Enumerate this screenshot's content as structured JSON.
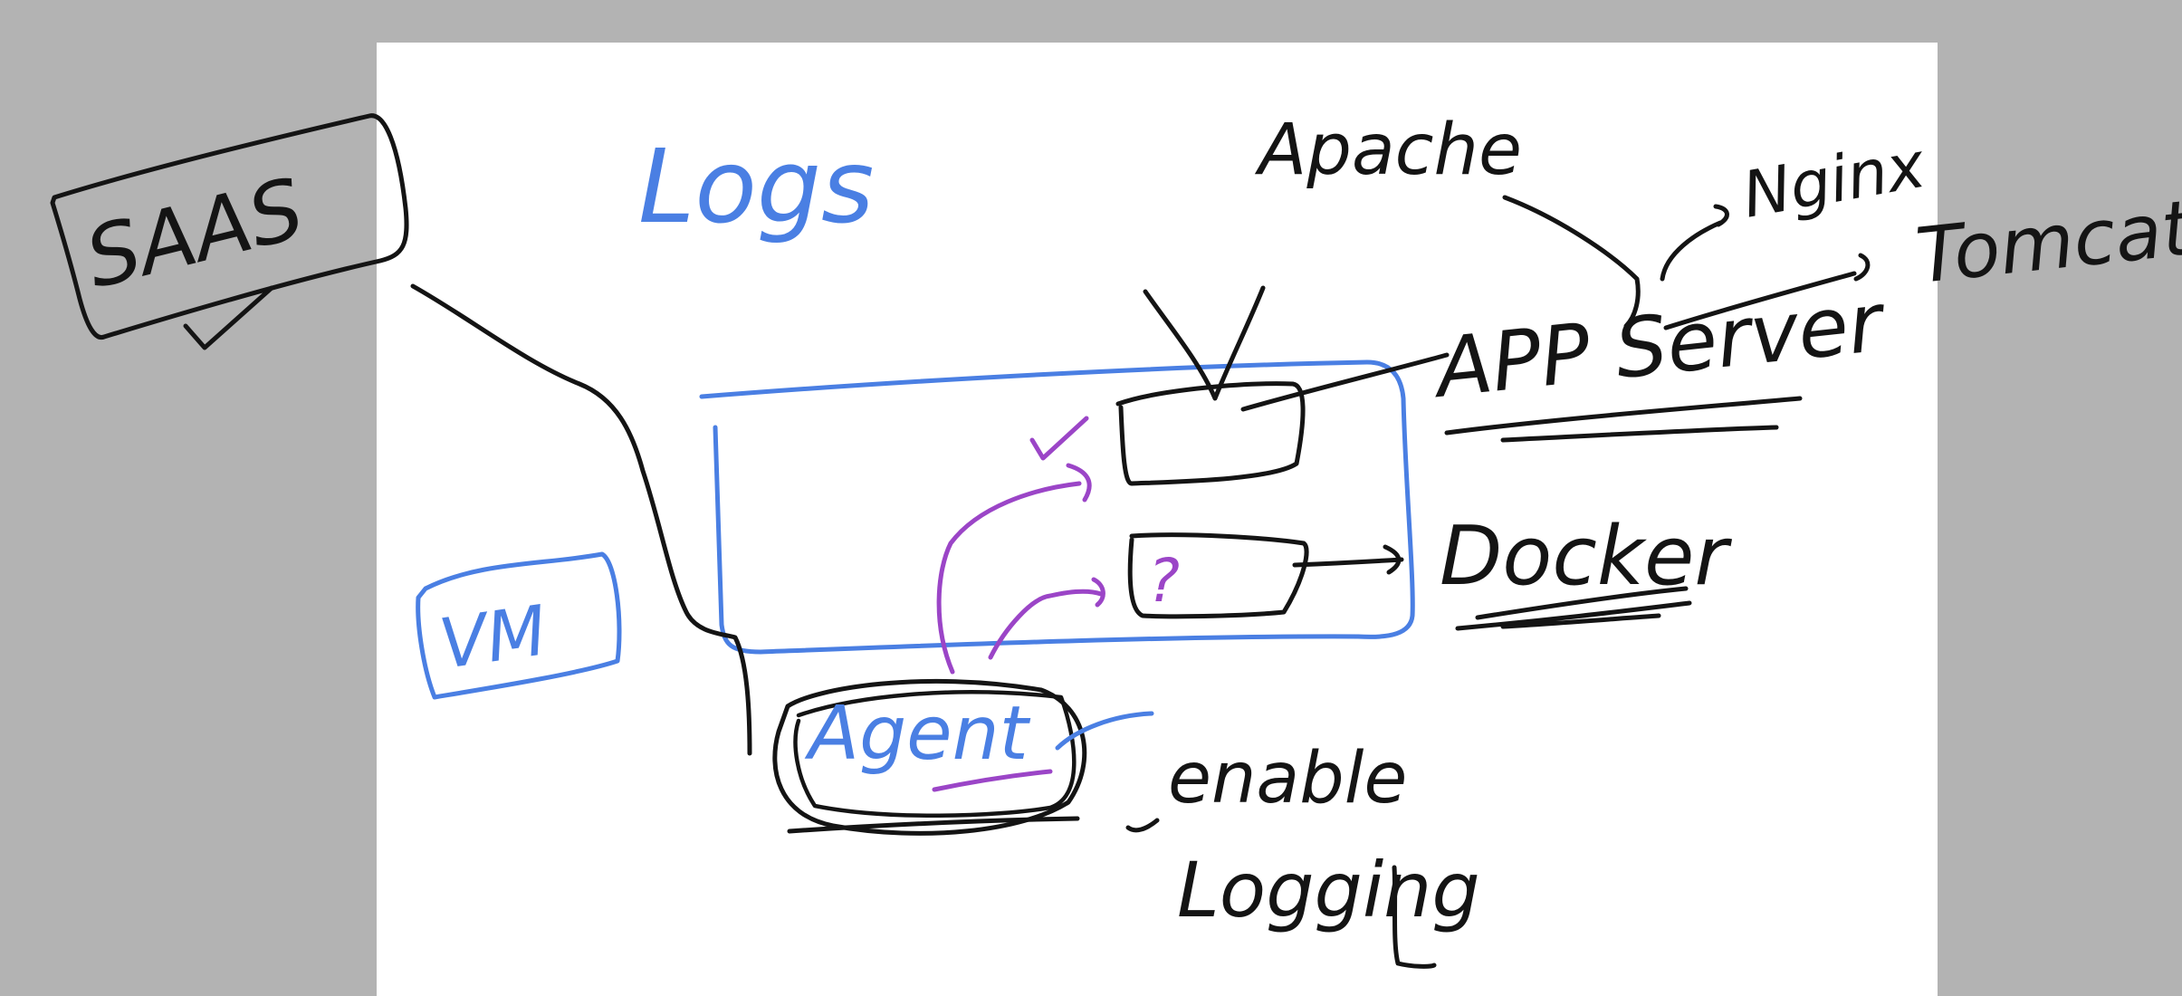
{
  "labels": {
    "saas": "SAAS",
    "logs": "Logs",
    "apache": "Apache",
    "nginx": "Nginx",
    "tomcat": "Tomcat",
    "app_server": "APP Server",
    "docker": "Docker",
    "vm": "VM",
    "agent": "Agent",
    "enable": "enable",
    "logging": "Logging",
    "question_mark": "?"
  },
  "colors": {
    "background": "#b3b3b3",
    "paper": "#ffffff",
    "ink_black": "#141414",
    "ink_blue": "#4a7fe3",
    "ink_purple": "#9b45c7"
  }
}
